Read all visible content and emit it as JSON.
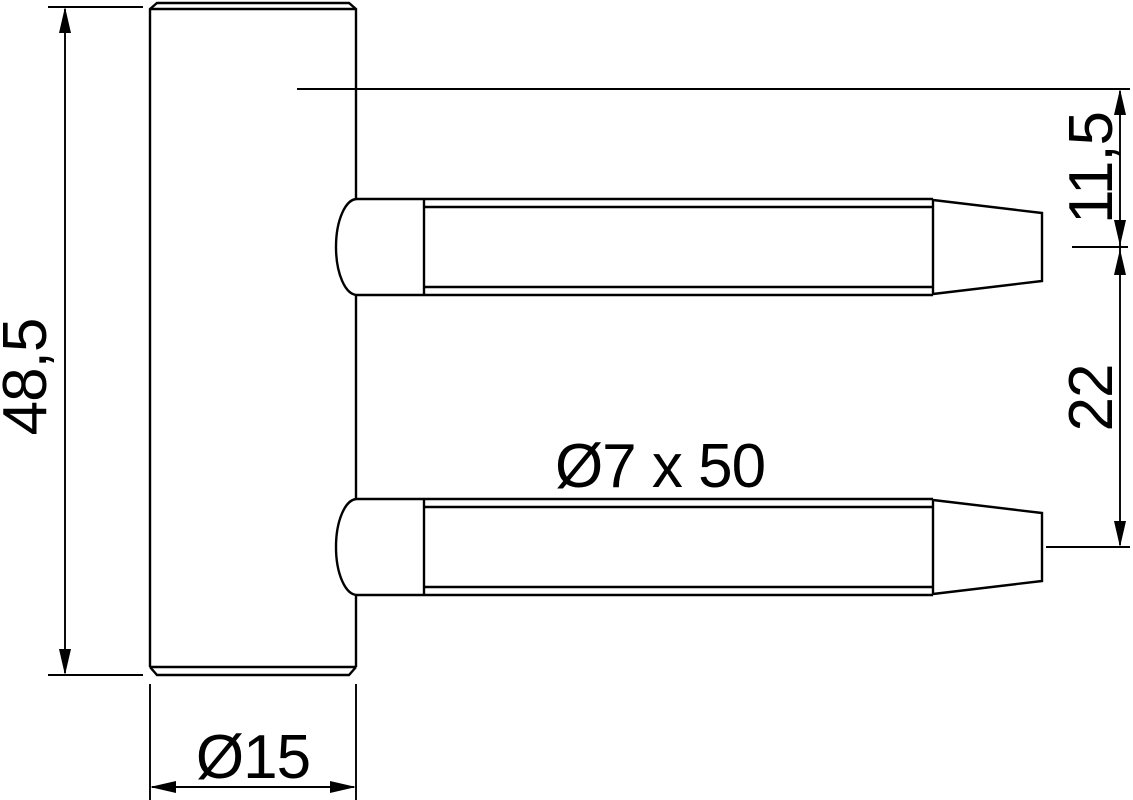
{
  "drawing": {
    "background": "#ffffff",
    "line_color": "#000000",
    "labels": {
      "overall_height": "48,5",
      "barrel_diameter": "Ø15",
      "pin_dimensions": "Ø7 x 50",
      "top_to_upper_pin": "11,5",
      "pin_center_spacing": "22"
    }
  }
}
